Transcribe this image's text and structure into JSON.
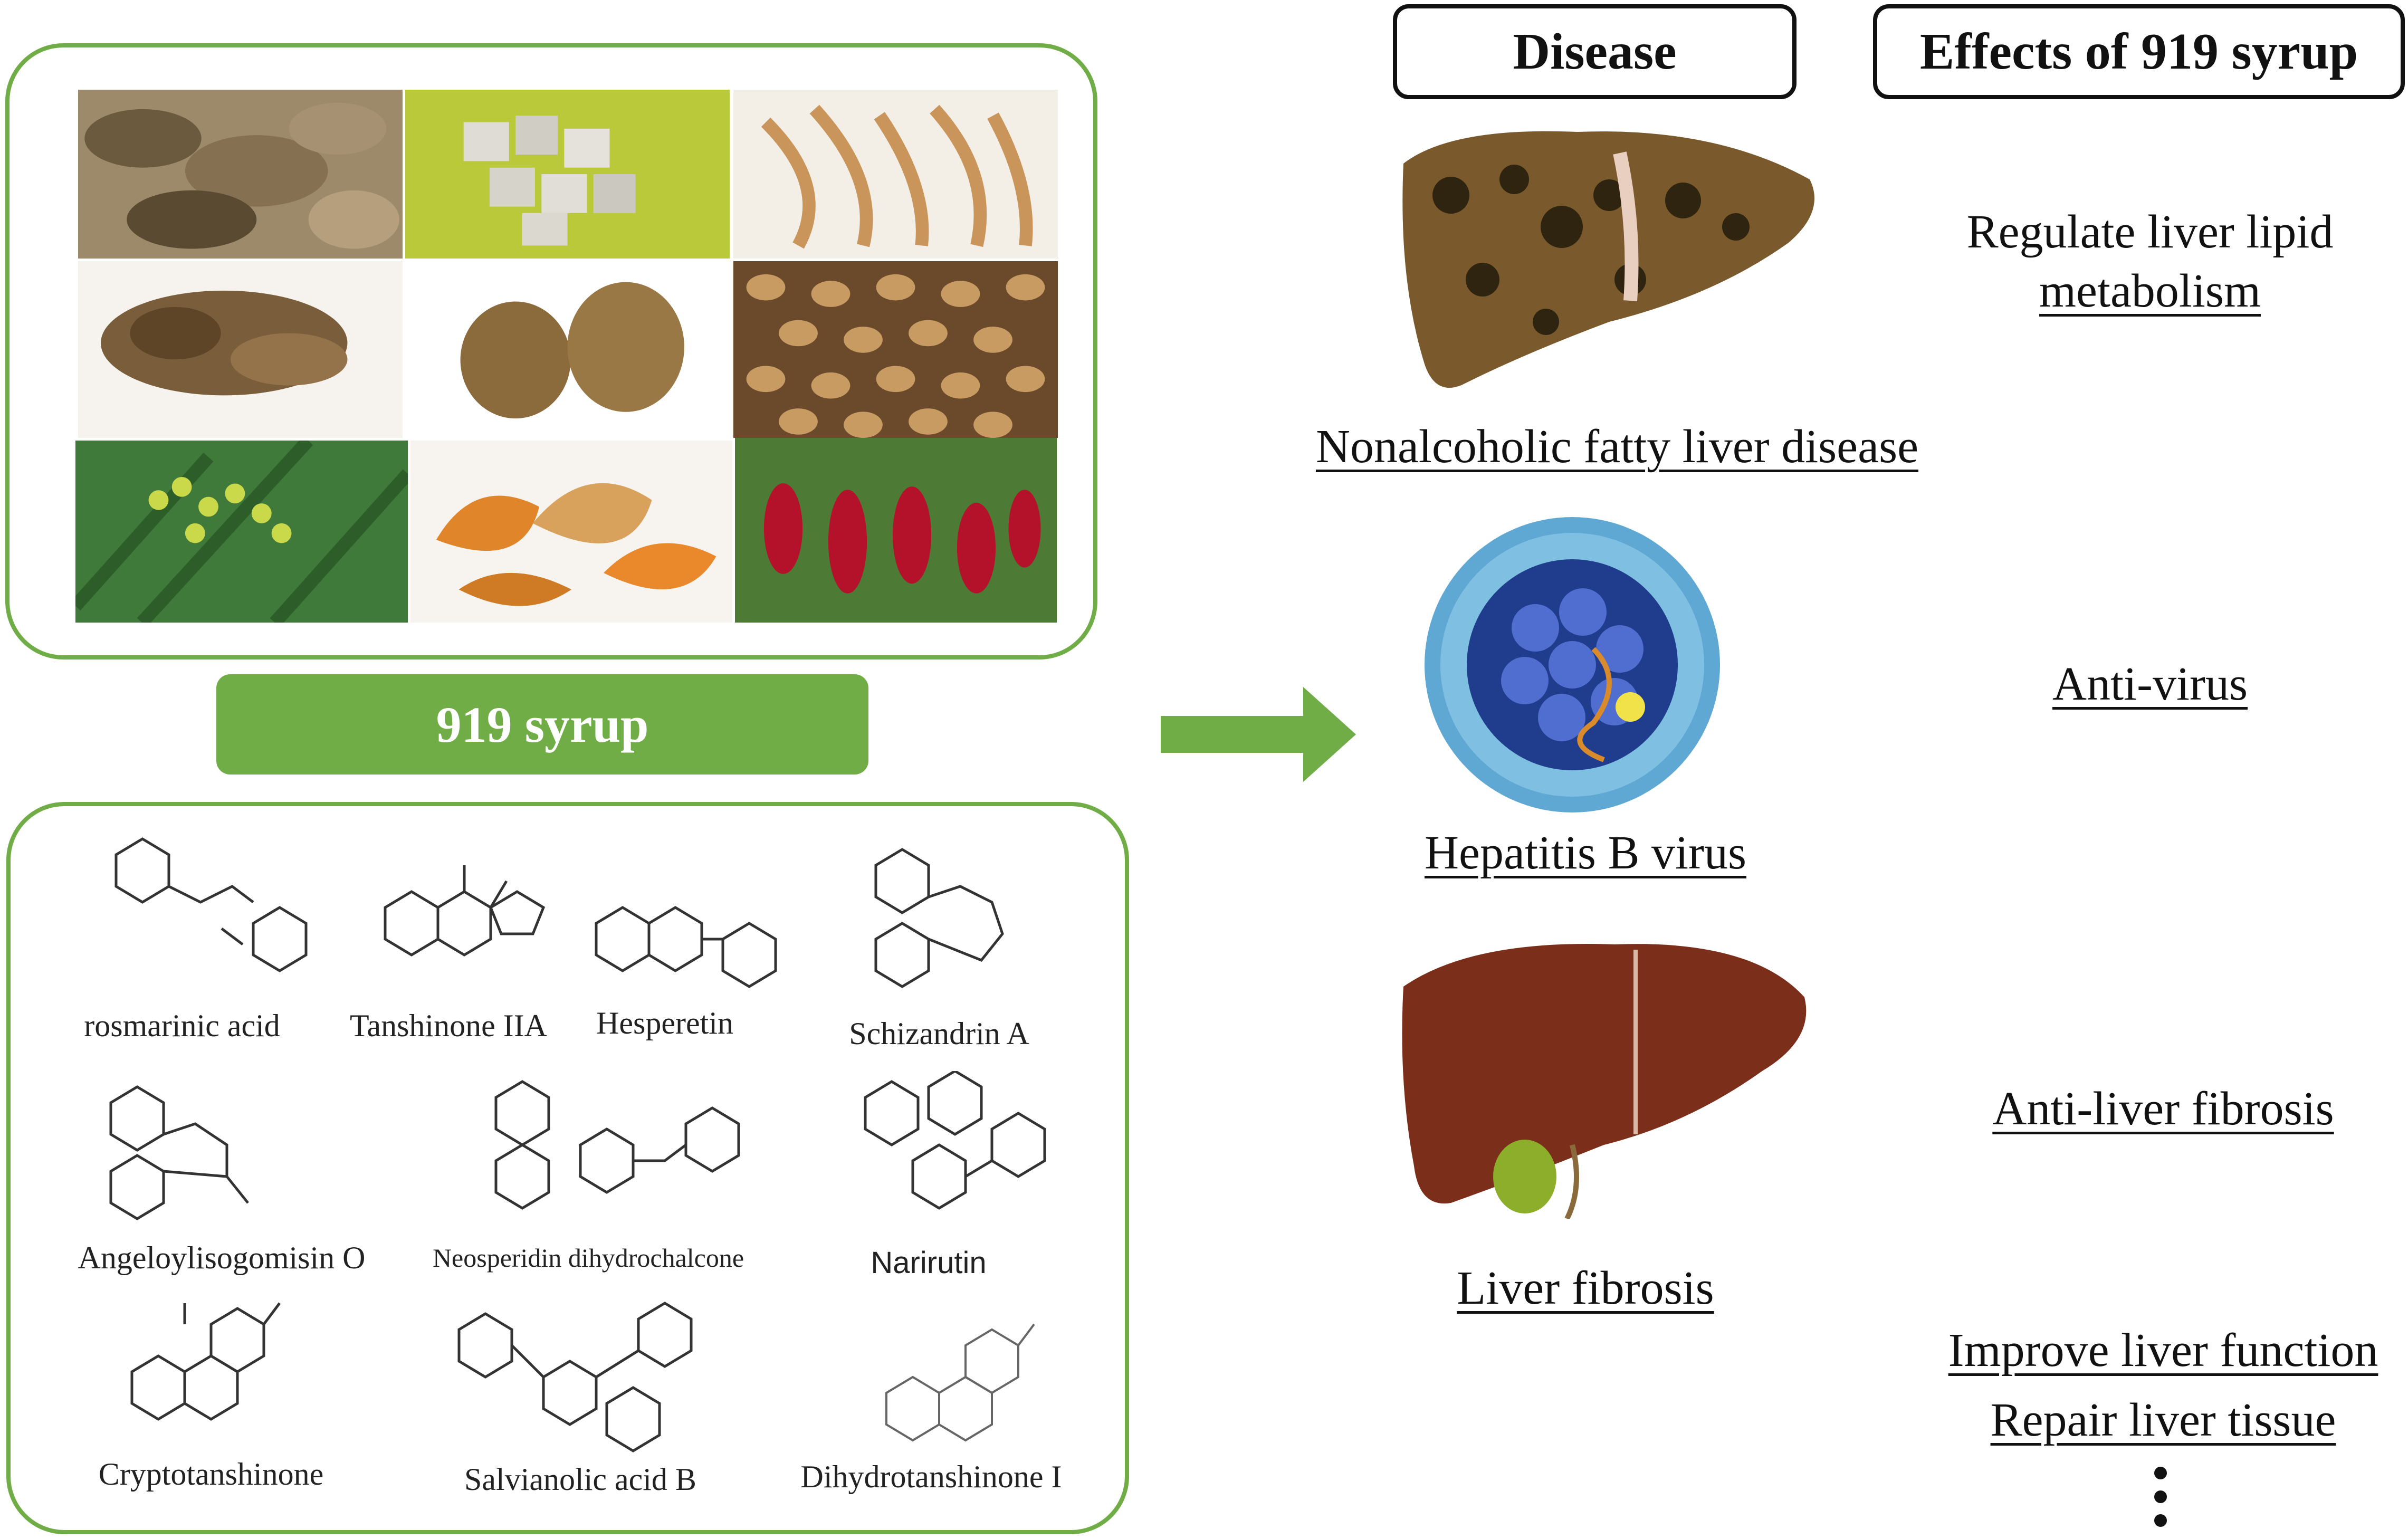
{
  "syrup_label": "919 syrup",
  "compounds": [
    "rosmarinic  acid",
    "Tanshinone IIA",
    "Hesperetin",
    "Schizandrin  A",
    "Angeloylisogomisin  O",
    "Neosperidin  dihydrochalcone",
    "Narirutin",
    "Cryptotanshinone",
    "Salvianolic  acid  B",
    "Dihydrotanshinone  I"
  ],
  "headers": {
    "disease": "Disease",
    "effects": "Effects of 919 syrup"
  },
  "diseases": [
    "Nonalcoholic fatty liver disease",
    "Hepatitis B virus",
    "Liver fibrosis"
  ],
  "effects": {
    "lipid_line1": "Regulate liver lipid",
    "lipid_line2": "metabolism",
    "antivirus": "Anti-virus",
    "antifibrosis": "Anti-liver fibrosis",
    "liver_function": "Improve liver function",
    "repair": "Repair liver tissue"
  },
  "colors": {
    "accent_green": "#70ad47",
    "text": "#111111"
  },
  "icons": [
    "herb-photo",
    "molecule-structure",
    "right-arrow-icon",
    "fatty-liver-illustration",
    "hbv-virus-illustration",
    "fibrotic-liver-illustration",
    "ellipsis-dots-icon"
  ]
}
